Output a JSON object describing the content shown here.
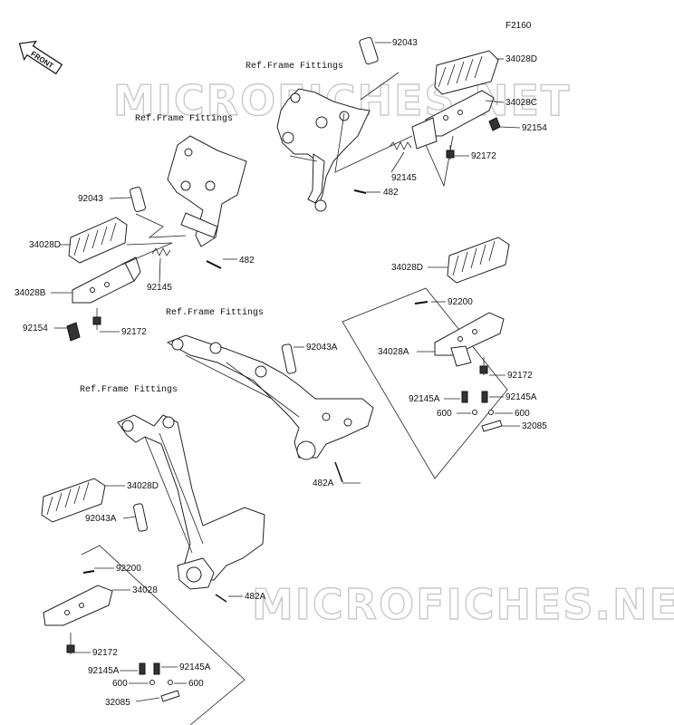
{
  "figure_code": "F2160",
  "front_label": "FRONT",
  "watermark": "MICROFICHES.NET",
  "ref_labels": {
    "top": "Ref.Frame Fittings",
    "left": "Ref.Frame Fittings",
    "middle": "Ref.Frame Fittings",
    "bottom": "Ref.Frame Fittings"
  },
  "callouts": {
    "c1": "92043",
    "c2": "34028D",
    "c3": "34028C",
    "c4": "92154",
    "c5": "92172",
    "c6": "92145",
    "c7": "482",
    "c8": "92043",
    "c9": "34028D",
    "c10": "482",
    "c11": "34028B",
    "c12": "92145",
    "c13": "92154",
    "c14": "92172",
    "c15": "34028D",
    "c16": "92200",
    "c17": "34028A",
    "c18": "92172",
    "c19": "92145A",
    "c20": "92145A",
    "c21": "600",
    "c22": "600",
    "c23": "32085",
    "c24": "92043A",
    "c25": "482A",
    "c26": "34028D",
    "c27": "92043A",
    "c28": "92200",
    "c29": "34028",
    "c30": "482A",
    "c31": "92172",
    "c32": "92145A",
    "c33": "92145A",
    "c34": "600",
    "c35": "600",
    "c36": "32085"
  }
}
